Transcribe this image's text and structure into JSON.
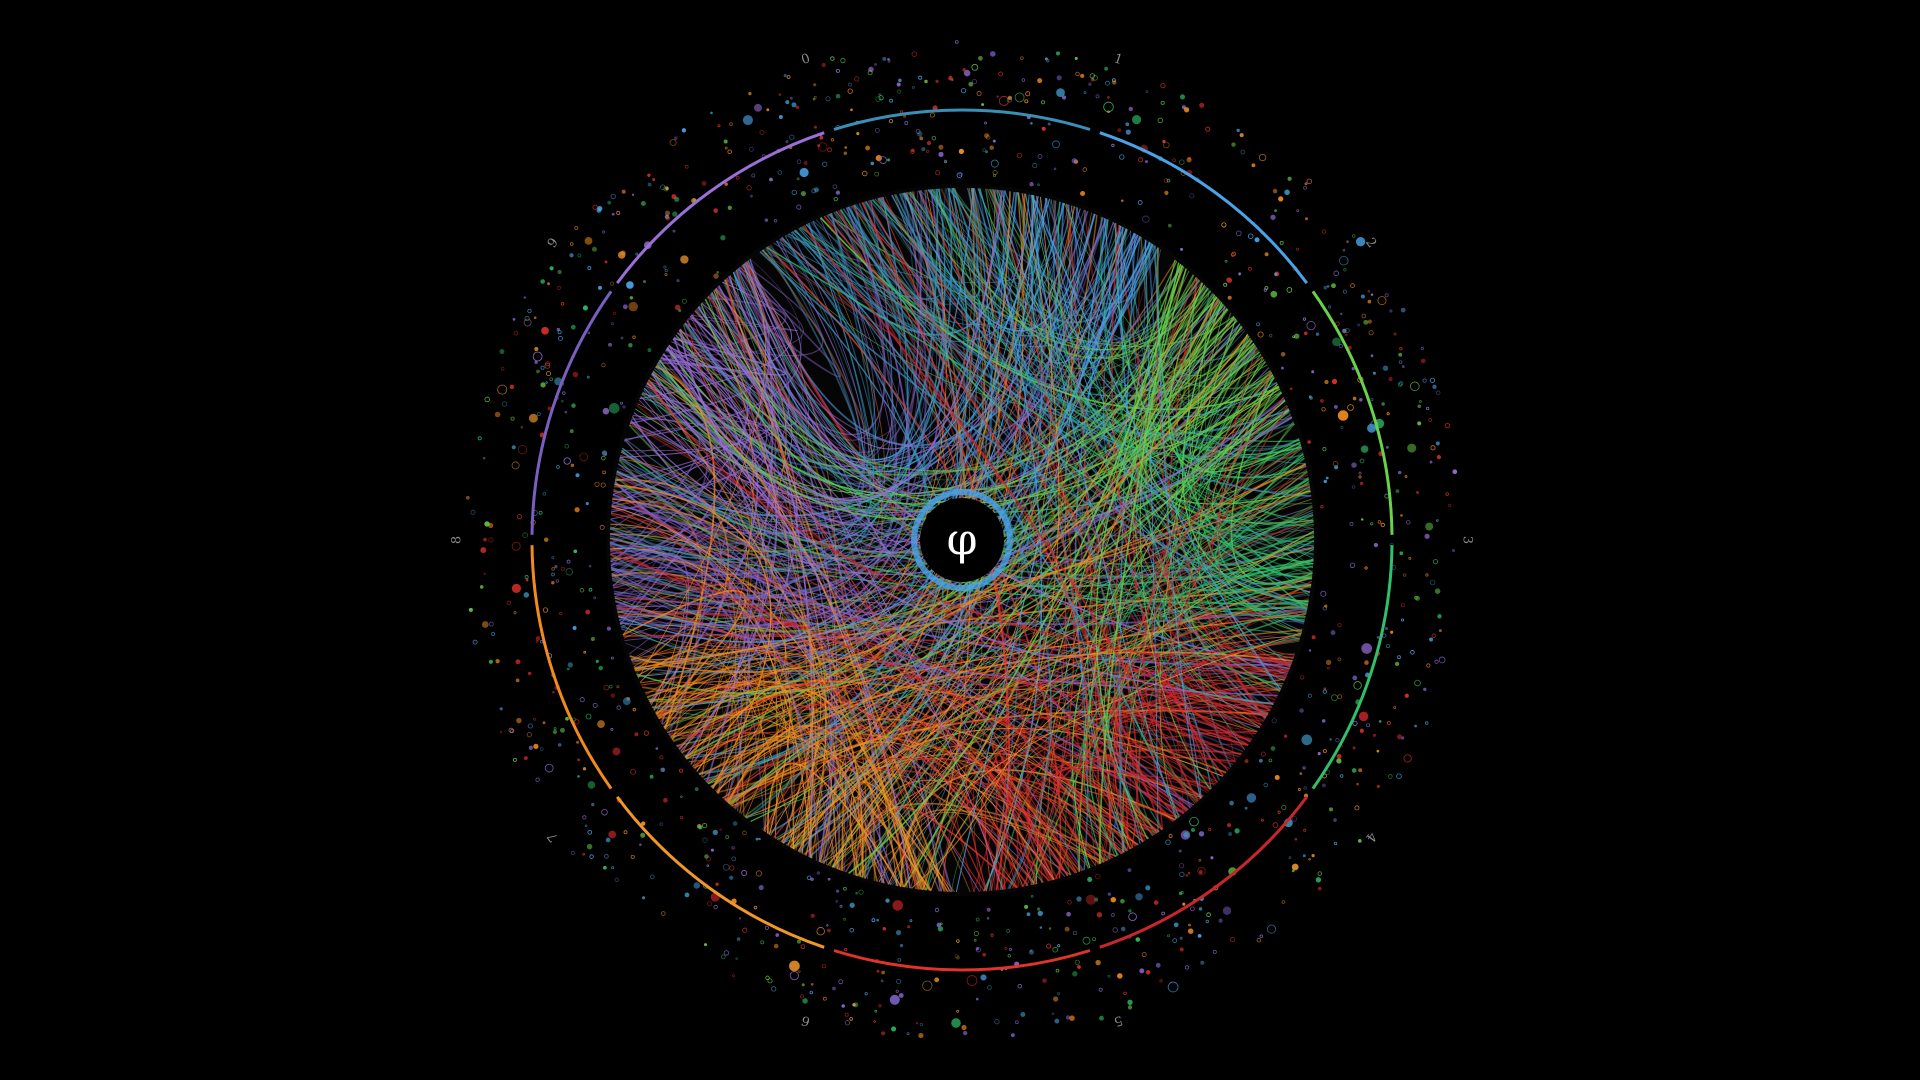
{
  "center": {
    "symbol": "φ"
  },
  "digits": [
    "0",
    "1",
    "2",
    "3",
    "4",
    "5",
    "6",
    "7",
    "8",
    "9"
  ],
  "digit_colors": {
    "0": "#3a8fb7",
    "1": "#4aa3e8",
    "2": "#6ad14a",
    "3": "#2fc06a",
    "4": "#c8262b",
    "5": "#e0332a",
    "6": "#f0972a",
    "7": "#f28a1e",
    "8": "#7a5fc0",
    "9": "#9a6fd8"
  },
  "background_color": "#000000"
}
